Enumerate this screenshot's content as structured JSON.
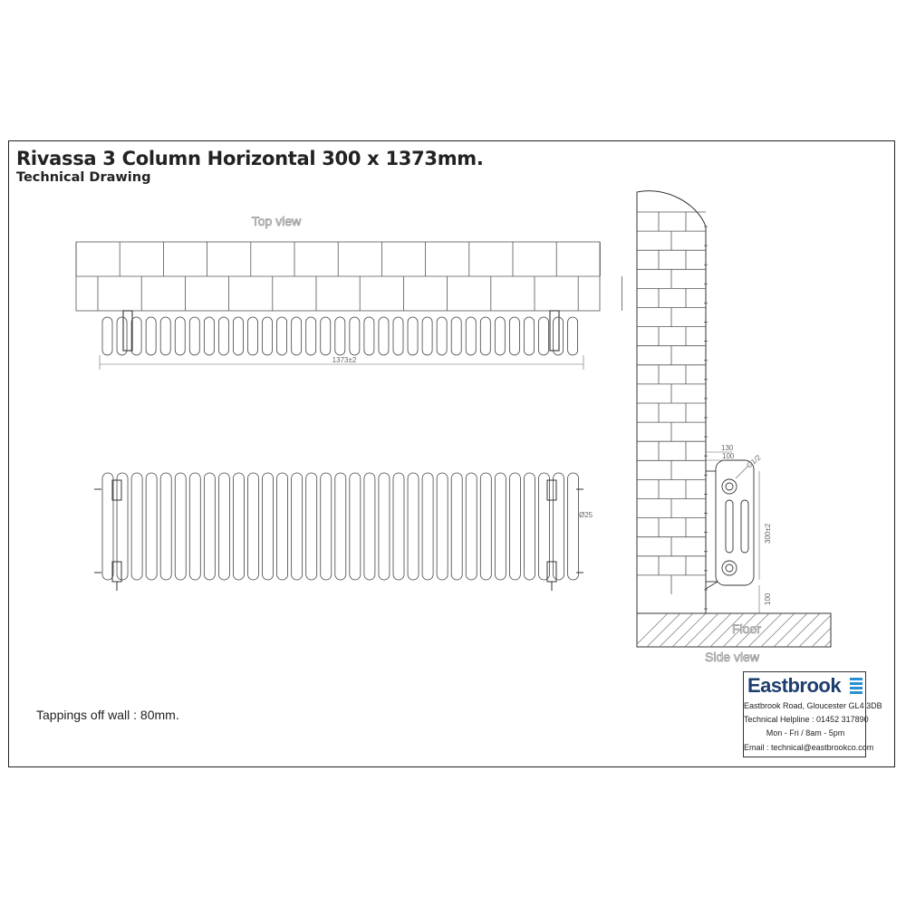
{
  "header": {
    "title": "Rivassa 3 Column Horizontal 300 x 1373mm.",
    "subtitle": "Technical Drawing"
  },
  "views": {
    "top_label": "Top view",
    "side_label": "Side view",
    "floor_label": "Floor"
  },
  "dimensions": {
    "overall_width": "1373±2",
    "column_diameter": "Ø25",
    "wall_offset_outer": "130",
    "wall_offset_inner": "100",
    "tapping": "G1/2",
    "height": "300±2",
    "floor_clearance": "100"
  },
  "note": "Tappings off wall : 80mm.",
  "title_block": {
    "brand": "Eastbrook",
    "address": "Eastbrook Road, Gloucester GL4 3DB",
    "helpline": "Technical Helpline : 01452 317890",
    "hours": "Mon - Fri / 8am - 5pm",
    "email": "Email : technical@eastbrookco.com"
  },
  "colors": {
    "line": "#444444",
    "brand": "#1d3d6e",
    "logo": "#2a8fd0"
  }
}
